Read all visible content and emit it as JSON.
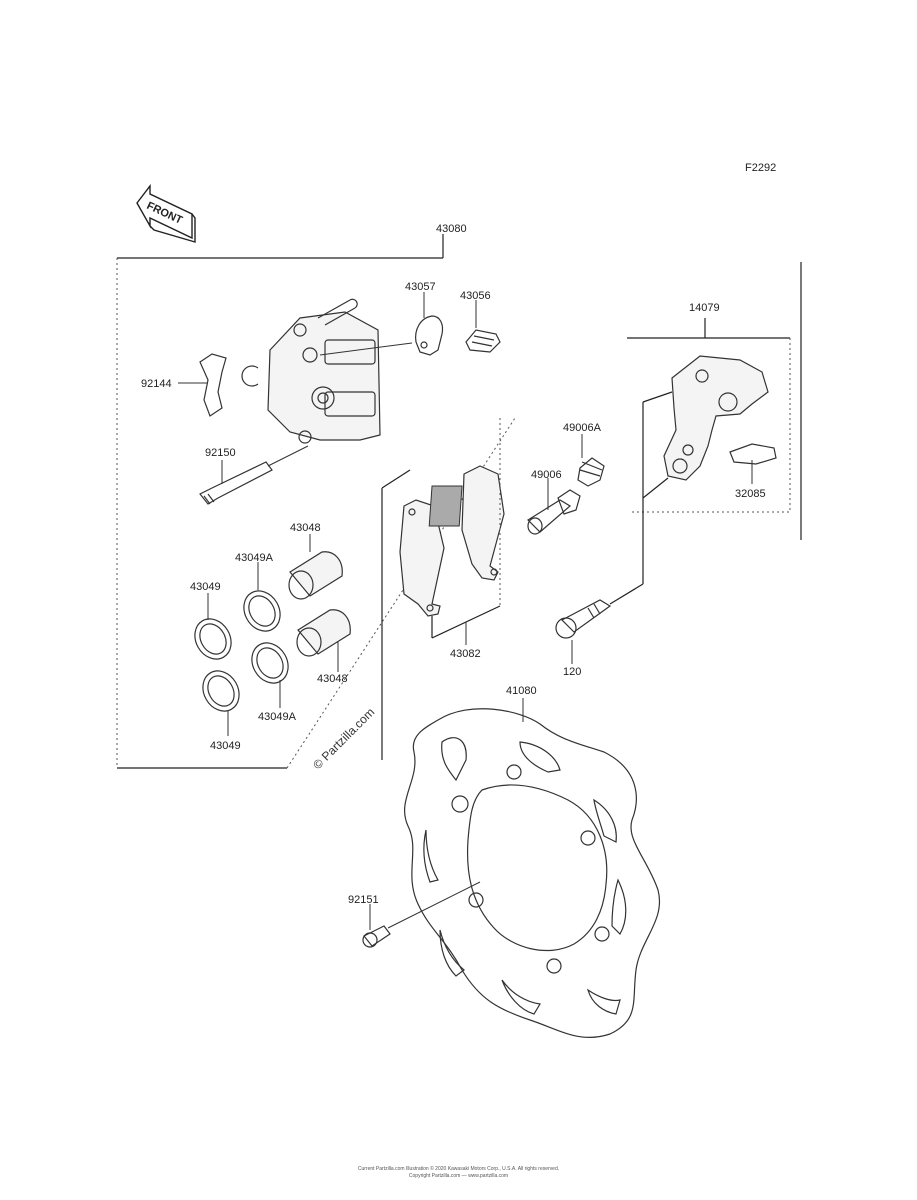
{
  "diagram_code": "F2292",
  "front_label": "FRONT",
  "watermark": "© Partzilla.com",
  "labels": {
    "p43080": "43080",
    "p43057": "43057",
    "p43056": "43056",
    "p14079": "14079",
    "p92144": "92144",
    "p92150": "92150",
    "p49006A": "49006A",
    "p49006": "49006",
    "p32085": "32085",
    "p43048_top": "43048",
    "p43049A_top": "43049A",
    "p43049_top": "43049",
    "p43048_bottom": "43048",
    "p43049A_bottom": "43049A",
    "p43049_bottom": "43049",
    "p43082": "43082",
    "p120": "120",
    "p41080": "41080",
    "p92151": "92151"
  },
  "footer": {
    "line1": "Current Partzilla.com Illustration © 2020 Kawasaki Motors Corp., U.S.A. All rights reserved.",
    "line2": "Copyright Partzilla.com — www.partzilla.com"
  }
}
